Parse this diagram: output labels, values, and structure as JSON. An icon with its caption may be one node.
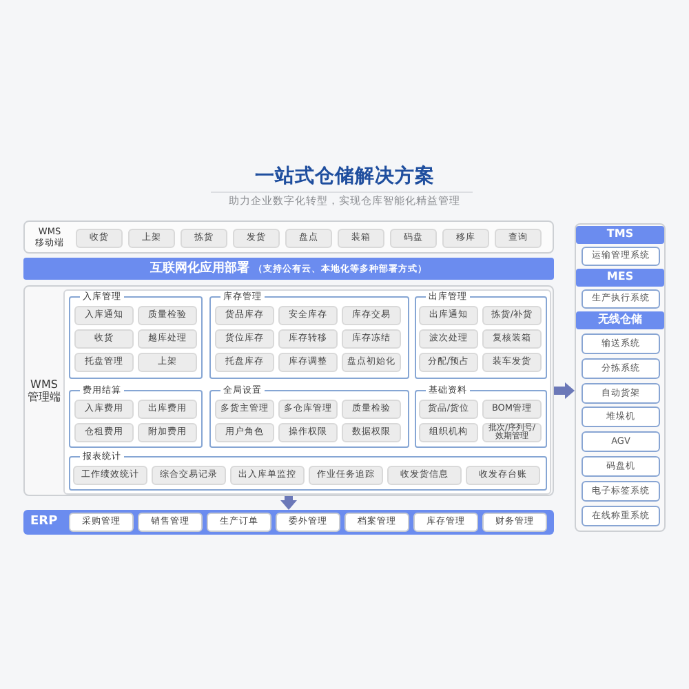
{
  "diagram": {
    "title": "一站式仓储解决方案",
    "nodes": [
      {
        "text": [
          "WMS 移动端"
        ]
      },
      {
        "text": [
          "收货"
        ],
        "in": 0
      },
      {
        "text": [
          "上架"
        ],
        "in": 0
      },
      {
        "text": [
          "拣货"
        ],
        "in": 0
      },
      {
        "text": [
          "发货"
        ],
        "in": 0
      },
      {
        "text": [
          "盘点"
        ],
        "in": 0
      },
      {
        "text": [
          "装箱"
        ],
        "in": 0
      },
      {
        "text": [
          "码盘"
        ],
        "in": 0
      },
      {
        "text": [
          "移库"
        ],
        "in": 0
      },
      {
        "text": [
          "查询"
        ],
        "in": 0
      },
      {
        "text": [
          "互联网化应用部署",
          "（支持公有云、本地化等多种部署方式）"
        ]
      },
      {
        "text": [
          "WMS 管理端"
        ]
      },
      {
        "text": [
          "入库管理"
        ],
        "in": 11
      },
      {
        "text": [
          "入库通知"
        ],
        "in": 12
      },
      {
        "text": [
          "质量检验"
        ],
        "in": 12
      },
      {
        "text": [
          "收货"
        ],
        "in": 12
      },
      {
        "text": [
          "越库处理"
        ],
        "in": 12
      },
      {
        "text": [
          "托盘管理"
        ],
        "in": 12
      },
      {
        "text": [
          "上架"
        ],
        "in": 12
      },
      {
        "text": [
          "库存管理"
        ],
        "in": 11
      },
      {
        "text": [
          "货品库存"
        ],
        "in": 19
      },
      {
        "text": [
          "安全库存"
        ],
        "in": 19
      },
      {
        "text": [
          "库存交易"
        ],
        "in": 19
      },
      {
        "text": [
          "货位库存"
        ],
        "in": 19
      },
      {
        "text": [
          "库存转移"
        ],
        "in": 19
      },
      {
        "text": [
          "库存冻结"
        ],
        "in": 19
      },
      {
        "text": [
          "托盘库存"
        ],
        "in": 19
      },
      {
        "text": [
          "库存调整"
        ],
        "in": 19
      },
      {
        "text": [
          "盘点初始化"
        ],
        "in": 19
      },
      {
        "text": [
          "出库管理"
        ],
        "in": 11
      },
      {
        "text": [
          "出库通知"
        ],
        "in": 29
      },
      {
        "text": [
          "拣货/补货"
        ],
        "in": 29
      },
      {
        "text": [
          "波次处理"
        ],
        "in": 29
      },
      {
        "text": [
          "复核装箱"
        ],
        "in": 29
      },
      {
        "text": [
          "分配/预占"
        ],
        "in": 29
      },
      {
        "text": [
          "装车发货"
        ],
        "in": 29
      },
      {
        "text": [
          "费用结算"
        ],
        "in": 11
      },
      {
        "text": [
          "入库费用"
        ],
        "in": 36
      },
      {
        "text": [
          "出库费用"
        ],
        "in": 36
      },
      {
        "text": [
          "仓租费用"
        ],
        "in": 36
      },
      {
        "text": [
          "附加费用"
        ],
        "in": 36
      },
      {
        "text": [
          "全局设置"
        ],
        "in": 11
      },
      {
        "text": [
          "多货主管理"
        ],
        "in": 41
      },
      {
        "text": [
          "多仓库管理"
        ],
        "in": 41
      },
      {
        "text": [
          "质量检验"
        ],
        "in": 41
      },
      {
        "text": [
          "用户角色"
        ],
        "in": 41
      },
      {
        "text": [
          "操作权限"
        ],
        "in": 41
      },
      {
        "text": [
          "数据权限"
        ],
        "in": 41
      },
      {
        "text": [
          "基础资料"
        ],
        "in": 11
      },
      {
        "text": [
          "货品/货位"
        ],
        "in": 48
      },
      {
        "text": [
          "BOM管理"
        ],
        "in": 48
      },
      {
        "text": [
          "组织机构"
        ],
        "in": 48
      },
      {
        "text": [
          "批次/序列号/效期管理"
        ],
        "in": 48
      },
      {
        "text": [
          "报表统计"
        ],
        "in": 11
      },
      {
        "text": [
          "工作绩效统计"
        ],
        "in": 53
      },
      {
        "text": [
          "综合交易记录"
        ],
        "in": 53
      },
      {
        "text": [
          "出入库单监控"
        ],
        "in": 53
      },
      {
        "text": [
          "作业任务追踪"
        ],
        "in": 53
      },
      {
        "text": [
          "收发货信息"
        ],
        "in": 53
      },
      {
        "text": [
          "收发存台账"
        ],
        "in": 53
      },
      {
        "text": [
          "ERP"
        ]
      },
      {
        "text": [
          "采购管理"
        ],
        "in": 60
      },
      {
        "text": [
          "销售管理"
        ],
        "in": 60
      },
      {
        "text": [
          "生产订单"
        ],
        "in": 60
      },
      {
        "text": [
          "委外管理"
        ],
        "in": 60
      },
      {
        "text": [
          "档案管理"
        ],
        "in": 60
      },
      {
        "text": [
          "库存管理"
        ],
        "in": 60
      },
      {
        "text": [
          "财务管理"
        ],
        "in": 60
      },
      {
        "text": [],
        "shape": "box"
      },
      {
        "text": [
          "TMS"
        ],
        "in": 68
      },
      {
        "text": [
          "运输管理系统"
        ],
        "in": 68
      },
      {
        "text": [
          "MES"
        ],
        "in": 68
      },
      {
        "text": [
          "生产执行系统"
        ],
        "in": 68
      },
      {
        "text": [
          "无线仓储"
        ],
        "in": 68
      },
      {
        "text": [
          "输送系统"
        ],
        "in": 68
      },
      {
        "text": [
          "分拣系统"
        ],
        "in": 68
      },
      {
        "text": [
          "自动货架"
        ],
        "in": 68
      },
      {
        "text": [
          "堆垛机"
        ],
        "in": 68
      },
      {
        "text": [
          "AGV"
        ],
        "in": 68
      },
      {
        "text": [
          "码盘机"
        ],
        "in": 68
      },
      {
        "text": [
          "电子标签系统"
        ],
        "in": 68
      },
      {
        "text": [
          "在线称重系统"
        ],
        "in": 68
      }
    ],
    "edges": [
      {
        "from": 11,
        "to": 68,
        "arrow": "to"
      },
      {
        "from": 11,
        "to": 60,
        "arrow": "to"
      }
    ],
    "labels": [
      "助力企业数字化转型，实现仓库智能化精益管理"
    ]
  }
}
